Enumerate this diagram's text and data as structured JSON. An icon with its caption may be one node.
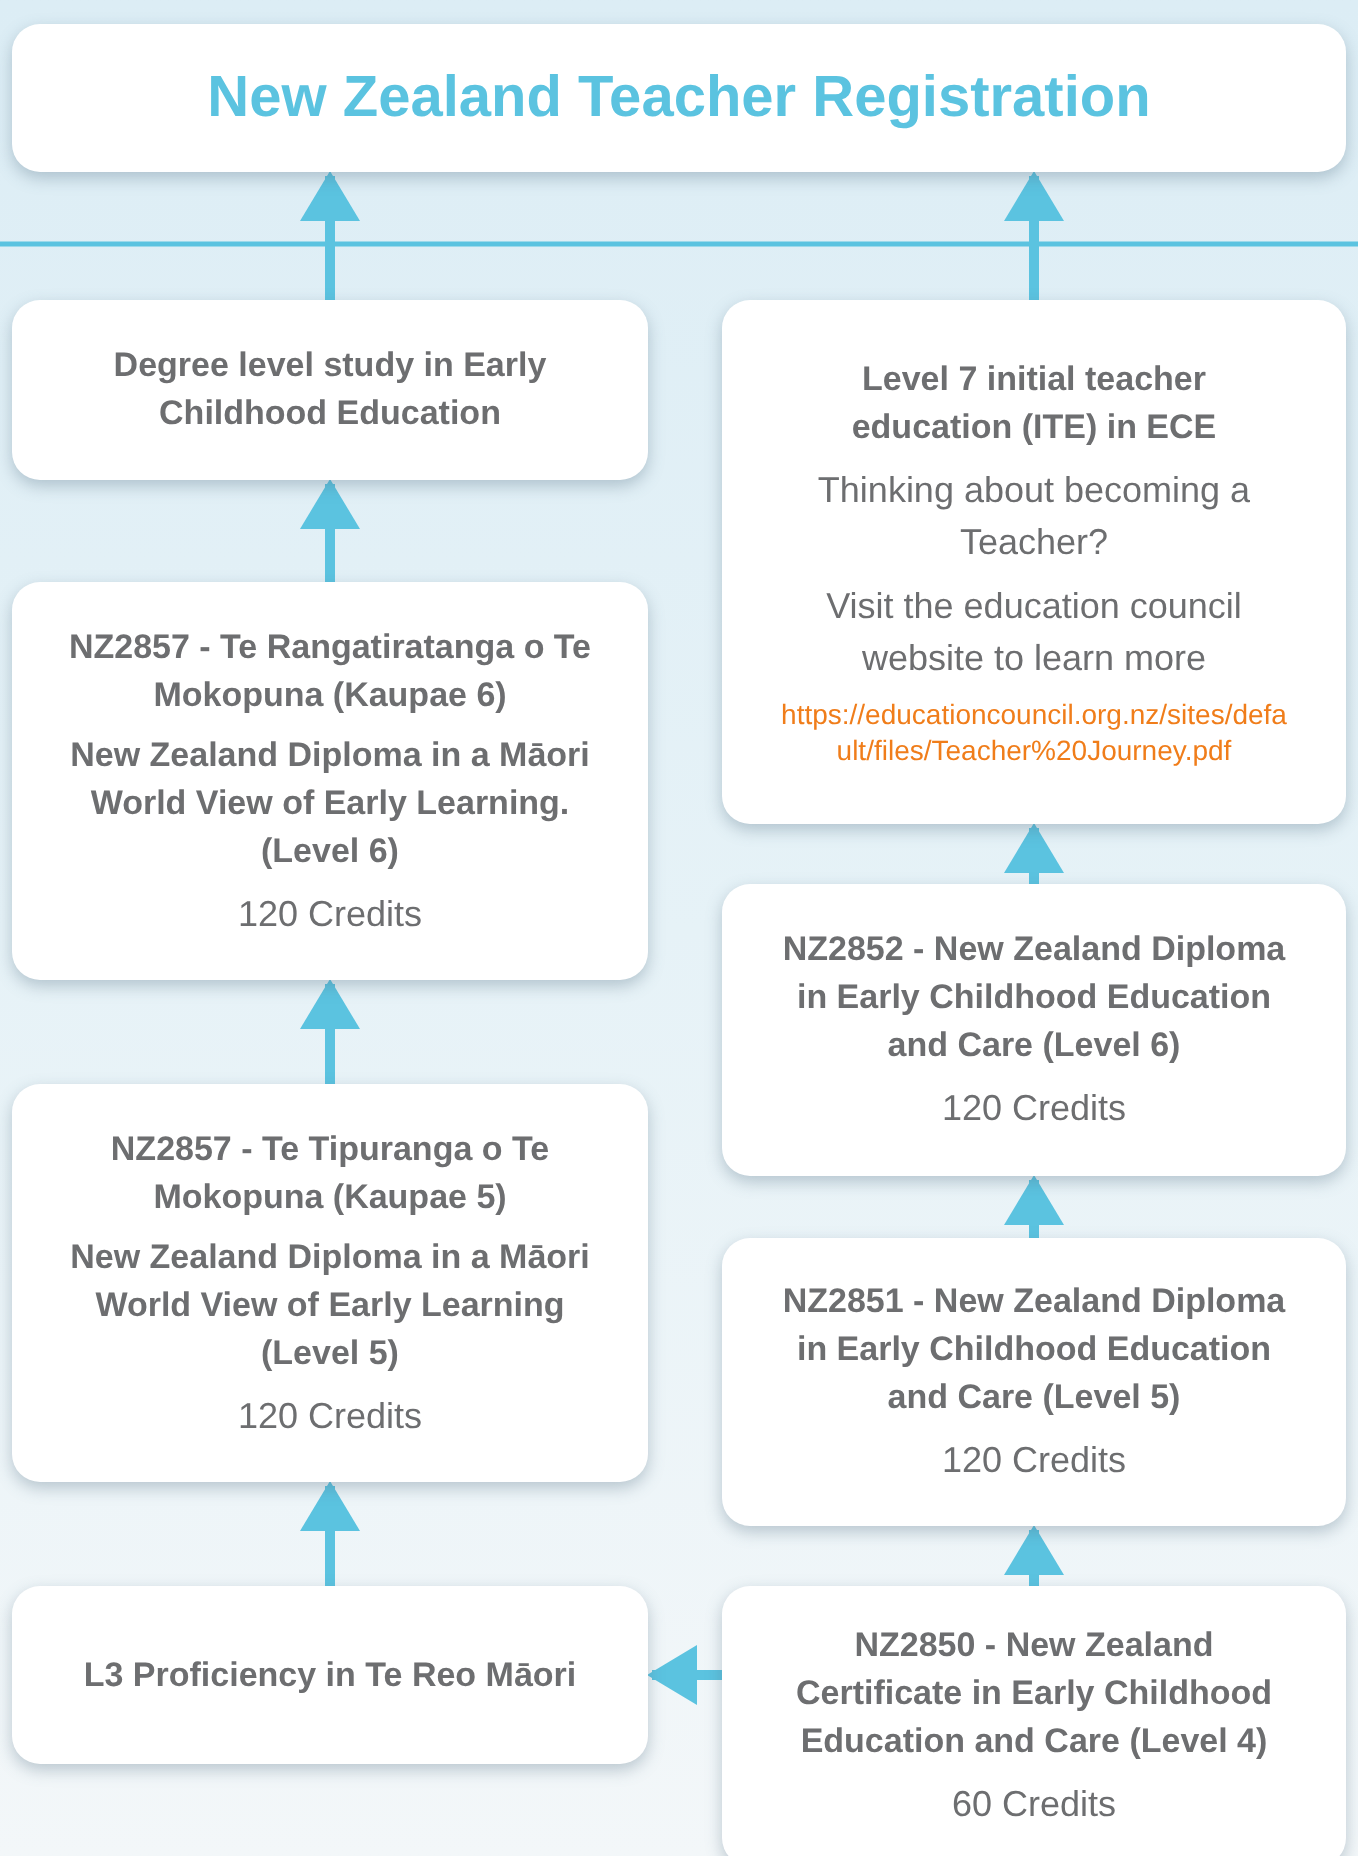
{
  "diagram": {
    "nodes": [
      {
        "text": [
          "New Zealand Teacher Registration"
        ]
      },
      {
        "text": [
          "Degree level study in Early Childhood Education"
        ]
      },
      {
        "text": [
          "Level 7 initial teacher education (ITE) in ECE",
          "Thinking about becoming a Teacher?",
          "Visit the education council website to learn more",
          "https://educationcouncil.org.nz/sites/default/files/Teacher%20Journey.pdf"
        ]
      },
      {
        "text": [
          "NZ2857 - Te Rangatiratanga o Te Mokopuna (Kaupae 6)",
          "New Zealand Diploma in a Māori World View of Early Learning. (Level 6)",
          "120 Credits"
        ]
      },
      {
        "text": [
          "NZ2852 - New Zealand Diploma in Early Childhood Education and Care (Level 6)",
          "120 Credits"
        ]
      },
      {
        "text": [
          "NZ2857 - Te Tipuranga o Te Mokopuna (Kaupae 5)",
          "New Zealand Diploma in a Māori World View of Early Learning (Level 5)",
          "120 Credits"
        ]
      },
      {
        "text": [
          "NZ2851 - New Zealand Diploma in Early Childhood Education and Care (Level 5)",
          "120 Credits"
        ]
      },
      {
        "text": [
          "L3 Proficiency in Te Reo Māori"
        ]
      },
      {
        "text": [
          "NZ2850 - New Zealand Certificate in Early Childhood Education and Care (Level 4)",
          "60 Credits"
        ]
      }
    ],
    "edges": [
      {
        "from": 1,
        "to": 0,
        "arrow": "to"
      },
      {
        "from": 2,
        "to": 0,
        "arrow": "to"
      },
      {
        "from": 3,
        "to": 1,
        "arrow": "to"
      },
      {
        "from": 4,
        "to": 2,
        "arrow": "to"
      },
      {
        "from": 5,
        "to": 3,
        "arrow": "to"
      },
      {
        "from": 6,
        "to": 4,
        "arrow": "to"
      },
      {
        "from": 7,
        "to": 5,
        "arrow": "to"
      },
      {
        "from": 8,
        "to": 6,
        "arrow": "to"
      },
      {
        "from": 8,
        "to": 7,
        "arrow": "to"
      }
    ]
  }
}
